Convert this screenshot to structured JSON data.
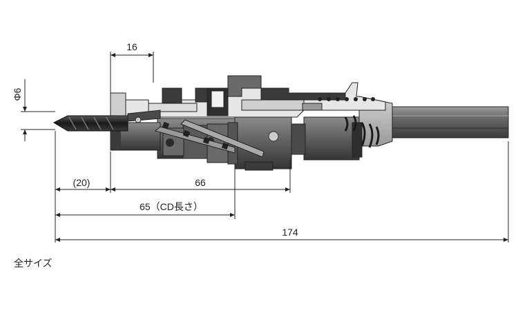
{
  "dimensions": {
    "d16": "16",
    "phi6": "Φ6",
    "d20": "(20)",
    "d66": "66",
    "d65": "65（CD長さ）",
    "d174": "174"
  },
  "caption": "全サイズ",
  "colors": {
    "line": "#222222",
    "body_dark": "#3c3c3c",
    "body_mid": "#6e6e6e",
    "body_light": "#b4b4b4",
    "drill": "#1e1e1e",
    "shank": "#5a5a5a"
  }
}
